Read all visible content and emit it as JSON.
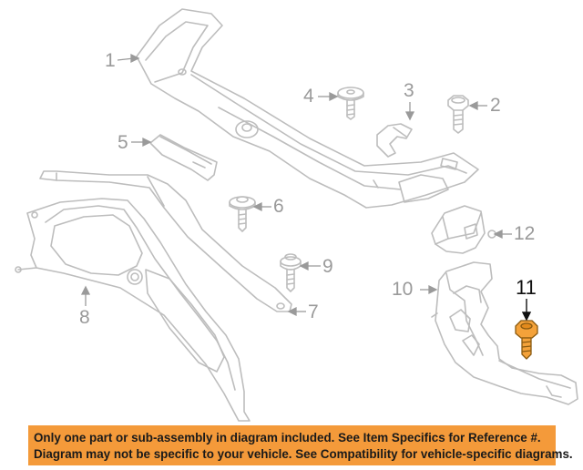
{
  "diagram": {
    "callouts": [
      {
        "id": "1",
        "label": "1"
      },
      {
        "id": "2",
        "label": "2"
      },
      {
        "id": "3",
        "label": "3"
      },
      {
        "id": "4",
        "label": "4"
      },
      {
        "id": "5",
        "label": "5"
      },
      {
        "id": "6",
        "label": "6"
      },
      {
        "id": "7",
        "label": "7"
      },
      {
        "id": "8",
        "label": "8"
      },
      {
        "id": "9",
        "label": "9"
      },
      {
        "id": "10",
        "label": "10"
      },
      {
        "id": "11",
        "label": "11"
      },
      {
        "id": "12",
        "label": "12"
      }
    ],
    "highlighted_part": "11",
    "colors": {
      "line_art": "#bdbdbd",
      "callout_text": "#9a9a9a",
      "highlight_fill": "#f4a23a",
      "notice_background": "#f49a3a",
      "notice_text": "#1a1a1a"
    }
  },
  "notice": {
    "line1": "Only one part or sub-assembly in diagram included. See Item Specifics for Reference #.",
    "line2": "Diagram may not be specific to your vehicle. See Compatibility for vehicle-specific diagrams."
  }
}
